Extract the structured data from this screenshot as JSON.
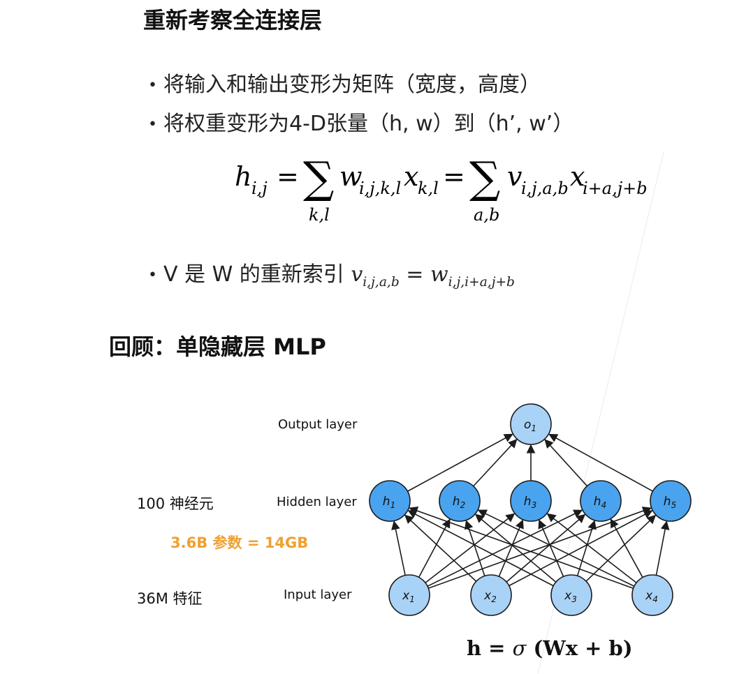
{
  "section1": {
    "title": "重新考察全连接层",
    "bullets": [
      "将输入和输出变形为矩阵（宽度，高度）",
      "将权重变形为4-D张量（h, w）到（h’, w’）"
    ],
    "bullet3_prefix": "V 是 W 的重新索引",
    "bullet_glyph": "•"
  },
  "section2": {
    "title": "回顾：单隐藏层 MLP",
    "neurons_label": "100 神经元",
    "params_label": "3.6B 参数 = 14GB",
    "features_label": "36M 特征",
    "output_layer_label": "Output layer",
    "hidden_layer_label": "Hidden layer",
    "input_layer_label": "Input layer"
  },
  "network": {
    "output_nodes": [
      [
        "o",
        "1"
      ]
    ],
    "hidden_nodes": [
      [
        "h",
        "1"
      ],
      [
        "h",
        "2"
      ],
      [
        "h",
        "3"
      ],
      [
        "h",
        "4"
      ],
      [
        "h",
        "5"
      ]
    ],
    "input_nodes": [
      [
        "x",
        "1"
      ],
      [
        "x",
        "2"
      ],
      [
        "x",
        "3"
      ],
      [
        "x",
        "4"
      ]
    ],
    "colors": {
      "output_fill": "#a9d2f7",
      "hidden_fill": "#4aa3ee",
      "input_fill": "#a9d2f7",
      "stroke": "#1b1b1b"
    }
  },
  "colors": {
    "accent": "#f0a030"
  }
}
